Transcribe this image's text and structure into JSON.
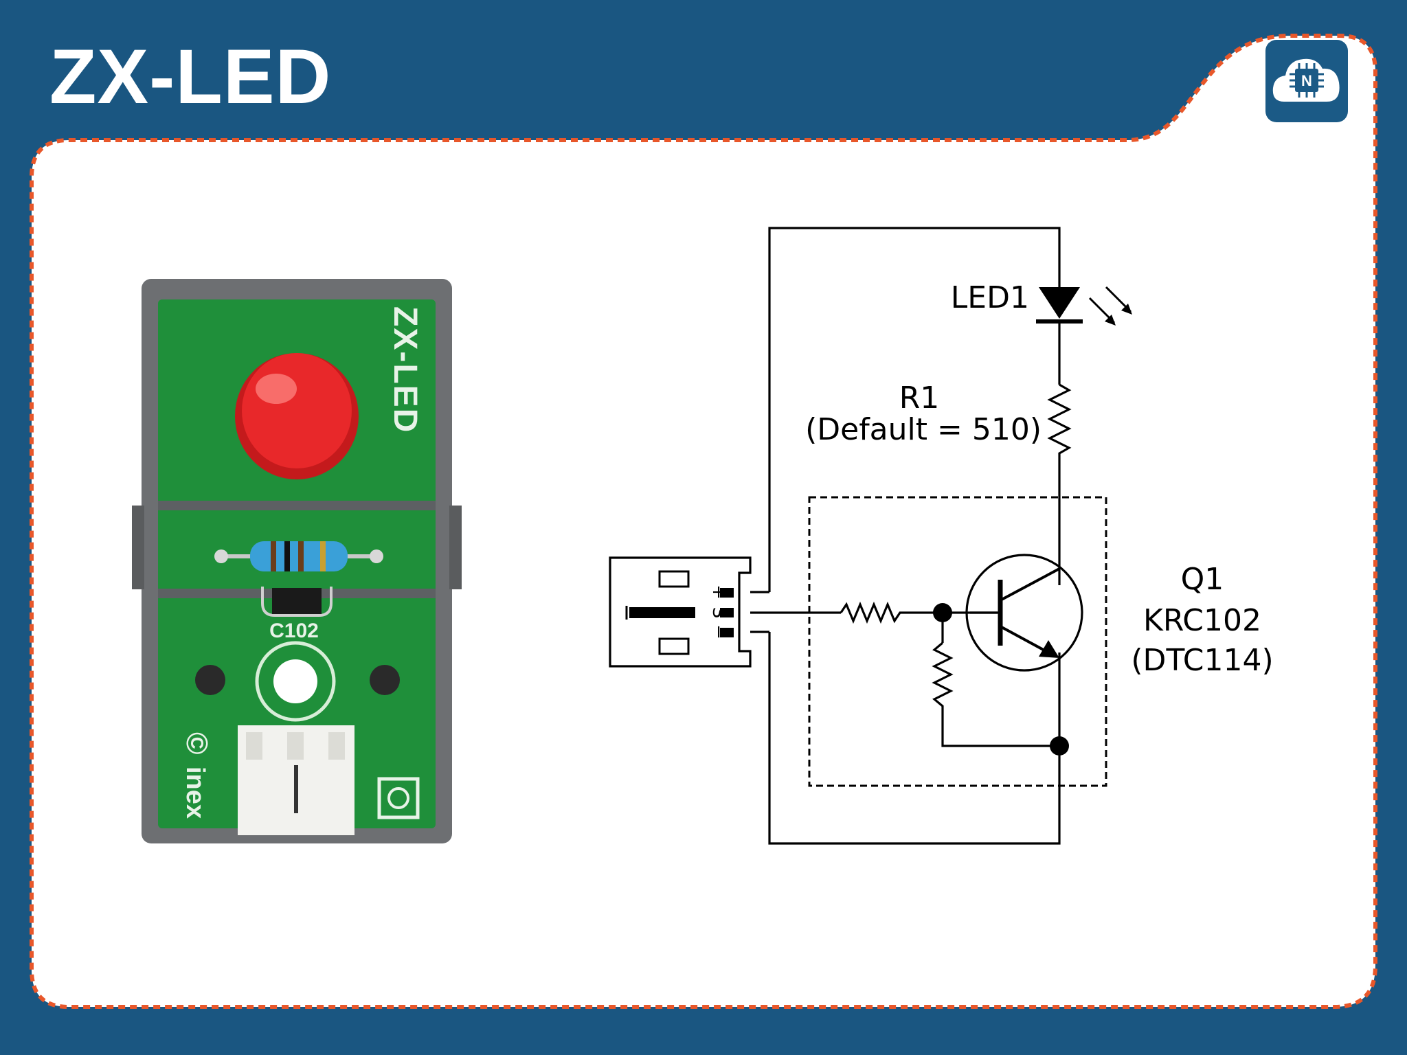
{
  "title": "ZX-LED",
  "logo": {
    "icon": "chip-cloud-icon",
    "letter": "N"
  },
  "colors": {
    "background": "#1a5681",
    "panel": "#ffffff",
    "dashed_border": "#e8572a",
    "pcb_green": "#1f8f3a",
    "led_red": "#e8282a"
  },
  "board": {
    "silkscreen_name": "ZX-LED",
    "part_marking": "C102",
    "brand": "inex",
    "copyright_symbol": "©"
  },
  "schematic": {
    "led_label": "LED1",
    "resistor_label": "R1",
    "resistor_value": "(Default = 510)",
    "transistor_label": "Q1",
    "transistor_part": "KRC102",
    "transistor_alt_part": "(DTC114)",
    "connector_pins": [
      "+",
      "S",
      "−"
    ]
  }
}
